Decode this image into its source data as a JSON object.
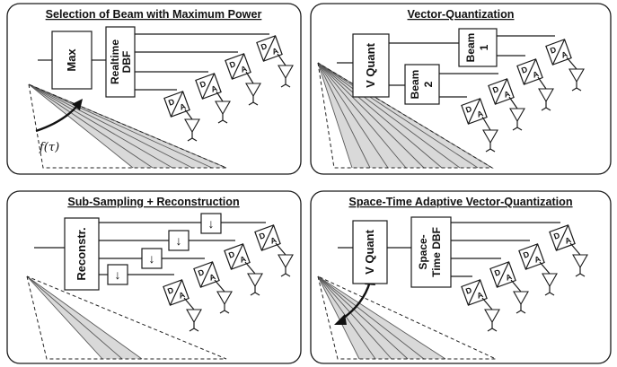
{
  "panels": [
    {
      "title": "Selection of Beam with Maximum Power",
      "blocks": {
        "max": "Max",
        "dbf_line1": "Realtime",
        "dbf_line2": "DBF"
      },
      "function_label": "f(τ)"
    },
    {
      "title": "Vector-Quantization",
      "blocks": {
        "vquant": "V Quant",
        "beam1_line1": "Beam",
        "beam1_line2": "1",
        "beam2_line1": "Beam",
        "beam2_line2": "2"
      }
    },
    {
      "title": "Sub-Sampling + Reconstruction",
      "blocks": {
        "reconstr": "Reconstr.",
        "downsample_symbol": "↓"
      }
    },
    {
      "title": "Space-Time Adaptive Vector-Quantization",
      "blocks": {
        "vquant": "V Quant",
        "stdbf_line1": "Space-",
        "stdbf_line2": "Time DBF"
      }
    }
  ],
  "da_label": {
    "d": "D",
    "a": "A"
  },
  "colors": {
    "sector_fill": "#d9d9d9",
    "stroke": "#1a1a1a"
  }
}
